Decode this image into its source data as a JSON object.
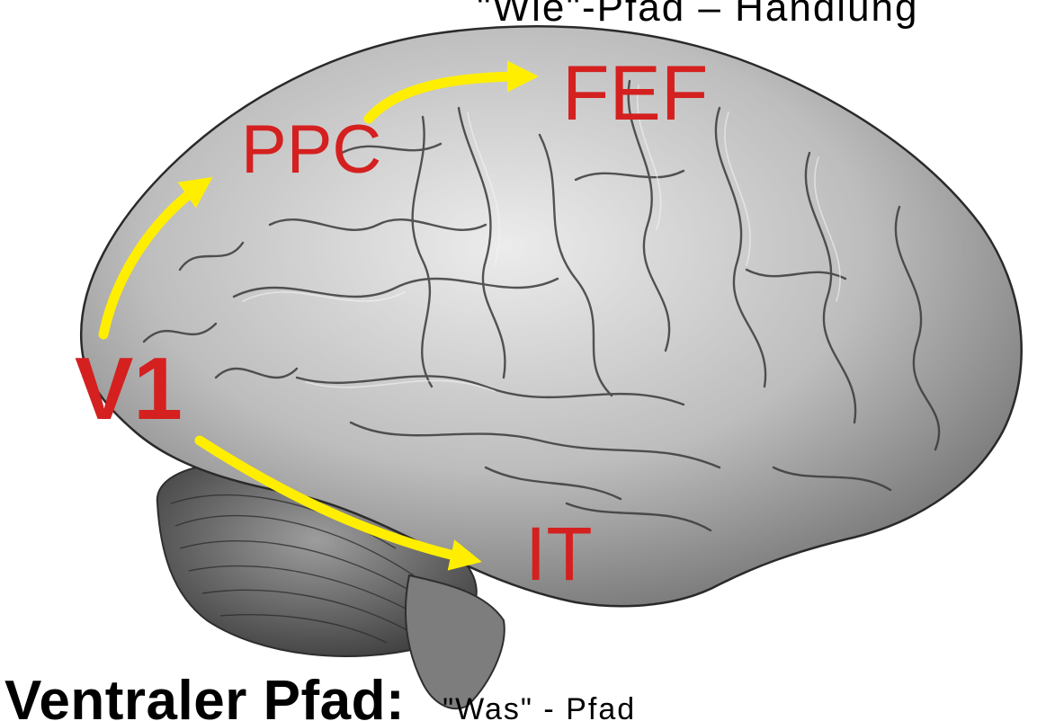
{
  "figure": {
    "dorsal_caption": {
      "title": "",
      "subtitle": "\"Wie\"-Pfad – Handlung"
    },
    "ventral_caption": {
      "title": "Ventraler Pfad:",
      "subtitle": "\"Was\" - Pfad"
    },
    "regions": {
      "v1": "V1",
      "ppc": "PPC",
      "fef": "FEF",
      "it": "IT"
    }
  },
  "colors": {
    "label": "#d4201f",
    "arrow": "#ffee00",
    "brain_base": "#b5b5b5",
    "brain_highlight": "#e2e2e2",
    "brain_shadow": "#3a3a3a",
    "background": "#ffffff"
  }
}
